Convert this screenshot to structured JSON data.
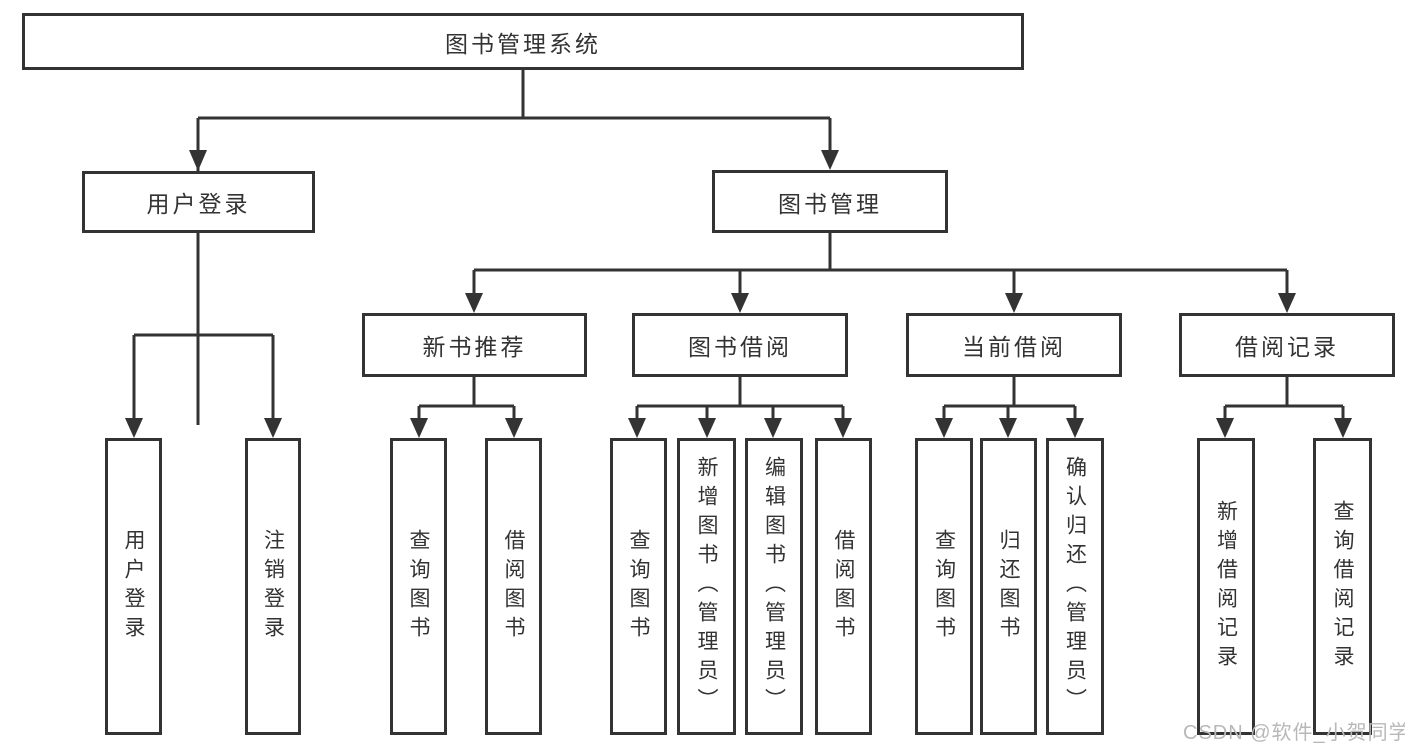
{
  "tree": {
    "root": {
      "label": "图书管理系统"
    },
    "children": [
      {
        "label": "用户登录",
        "children": [
          {
            "label": "用户登录"
          },
          {
            "label": "注销登录"
          }
        ]
      },
      {
        "label": "图书管理",
        "children": [
          {
            "label": "新书推荐",
            "children": [
              {
                "label": "查询图书"
              },
              {
                "label": "借阅图书"
              }
            ]
          },
          {
            "label": "图书借阅",
            "children": [
              {
                "label": "查询图书"
              },
              {
                "label": "新增图书（管理员）"
              },
              {
                "label": "编辑图书（管理员）"
              },
              {
                "label": "借阅图书"
              }
            ]
          },
          {
            "label": "当前借阅",
            "children": [
              {
                "label": "查询图书"
              },
              {
                "label": "归还图书"
              },
              {
                "label": "确认归还（管理员）"
              }
            ]
          },
          {
            "label": "借阅记录",
            "children": [
              {
                "label": "新增借阅记录"
              },
              {
                "label": "查询借阅记录"
              }
            ]
          }
        ]
      }
    ]
  },
  "watermark": {
    "text": "CSDN @软件_小贺同学"
  },
  "colors": {
    "line": "#333333",
    "text": "#333333",
    "box_background": "#ffffff",
    "watermark": "#b8b8b8",
    "background": "#ffffff"
  }
}
